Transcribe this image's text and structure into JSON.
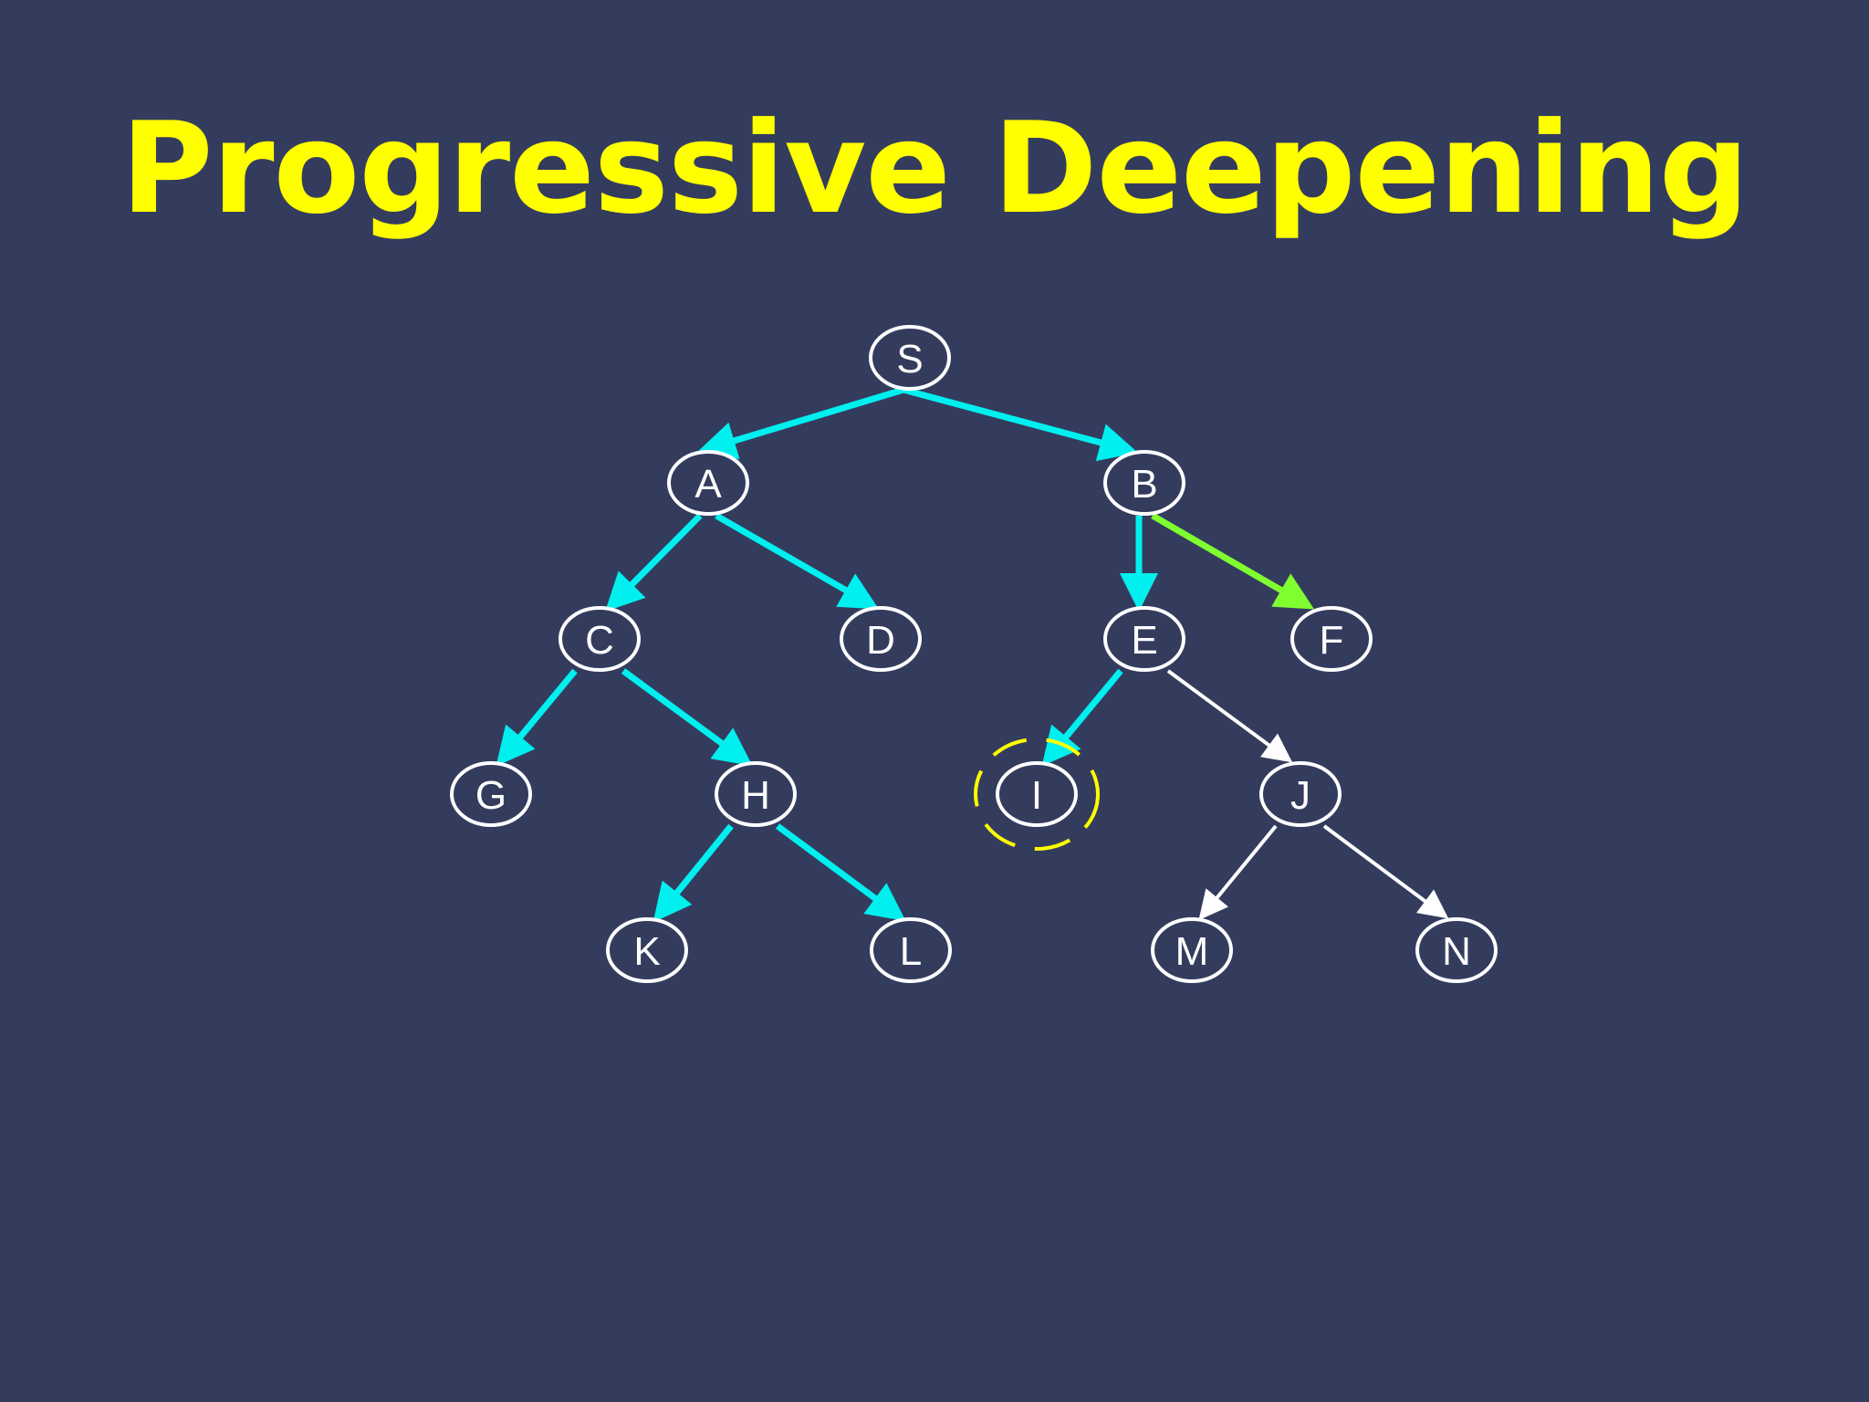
{
  "slide": {
    "title": "Progressive Deepening"
  },
  "diagram": {
    "colors": {
      "background": "#343C5E",
      "title": "#FFFF00",
      "node_outline": "#FFFFFF",
      "explored_edge": "#00F0F0",
      "current_edge": "#80FF30",
      "unexplored_edge": "#FFFFFF",
      "highlight_ring": "#FFFF00"
    },
    "nodes": [
      {
        "id": "S",
        "label": "S"
      },
      {
        "id": "A",
        "label": "A"
      },
      {
        "id": "B",
        "label": "B"
      },
      {
        "id": "C",
        "label": "C"
      },
      {
        "id": "D",
        "label": "D"
      },
      {
        "id": "E",
        "label": "E"
      },
      {
        "id": "F",
        "label": "F"
      },
      {
        "id": "G",
        "label": "G"
      },
      {
        "id": "H",
        "label": "H"
      },
      {
        "id": "I",
        "label": "I",
        "highlighted": true
      },
      {
        "id": "J",
        "label": "J"
      },
      {
        "id": "K",
        "label": "K"
      },
      {
        "id": "L",
        "label": "L"
      },
      {
        "id": "M",
        "label": "M"
      },
      {
        "id": "N",
        "label": "N"
      }
    ],
    "edges": [
      {
        "from": "S",
        "to": "A",
        "state": "explored"
      },
      {
        "from": "S",
        "to": "B",
        "state": "explored"
      },
      {
        "from": "A",
        "to": "C",
        "state": "explored"
      },
      {
        "from": "A",
        "to": "D",
        "state": "explored"
      },
      {
        "from": "B",
        "to": "E",
        "state": "explored"
      },
      {
        "from": "B",
        "to": "F",
        "state": "current"
      },
      {
        "from": "C",
        "to": "G",
        "state": "explored"
      },
      {
        "from": "C",
        "to": "H",
        "state": "explored"
      },
      {
        "from": "E",
        "to": "I",
        "state": "explored"
      },
      {
        "from": "E",
        "to": "J",
        "state": "unexplored"
      },
      {
        "from": "H",
        "to": "K",
        "state": "explored"
      },
      {
        "from": "H",
        "to": "L",
        "state": "explored"
      },
      {
        "from": "J",
        "to": "M",
        "state": "unexplored"
      },
      {
        "from": "J",
        "to": "N",
        "state": "unexplored"
      }
    ]
  }
}
